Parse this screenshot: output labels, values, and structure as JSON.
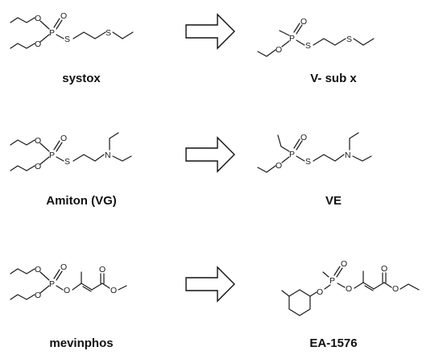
{
  "rows": [
    {
      "from": "systox",
      "to": "V- sub x"
    },
    {
      "from": "Amiton (VG)",
      "to": "VE"
    },
    {
      "from": "mevinphos",
      "to": "EA-1576"
    }
  ],
  "atoms": {
    "oxygen": "O",
    "phosphorus": "P",
    "sulfur": "S",
    "nitrogen": "N"
  }
}
